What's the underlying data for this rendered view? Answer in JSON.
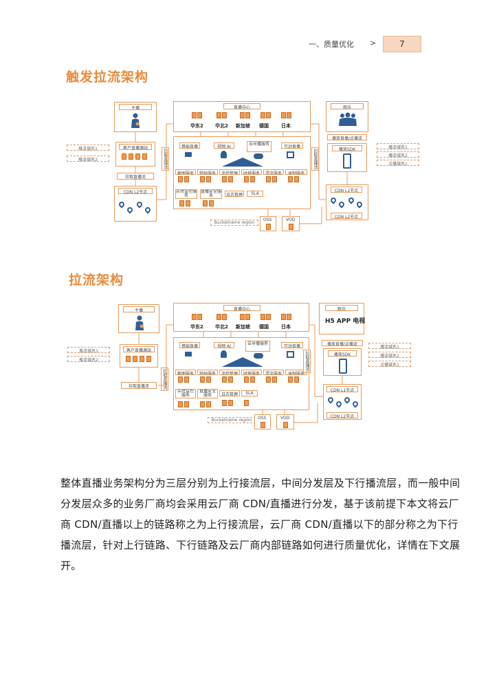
{
  "header": {
    "section": "一、质量优化",
    "arrow": ">",
    "page_number": "7"
  },
  "diagram1": {
    "title": "触发拉流架构",
    "anchor": "主播",
    "client_push": "客户直播源站",
    "push_domain1": "推流域名1",
    "push_domain2": "推流域名2",
    "pull_origin": "拉取直播流",
    "cdn_l2_left": "CDN L2节点",
    "center_title": "直播中心",
    "regions": [
      "华东2",
      "华北2",
      "新加坡",
      "德国",
      "日本"
    ],
    "svc_row1": [
      "基础直播",
      "视频 AI",
      "云导播服务",
      "互动直播"
    ],
    "svc_row2": [
      "截图服务",
      "转码服务",
      "流控管理",
      "时移服务",
      "混流服务",
      "录制服务"
    ],
    "svc_row3": [
      "实时监控服务",
      "直播安全服务",
      "日志管理",
      "SLA"
    ],
    "left_vertical": "拉取直播流",
    "right_vertical": "拉取直播流",
    "bucket": "Bucketname  region",
    "oss": "OSS",
    "vod": "VOD",
    "audience": "观众",
    "player_label": "播放直播/点播流",
    "sdk": "播放SDK",
    "play_domains": [
      "播流域名1",
      "播流域名2",
      "点播域名1"
    ],
    "cdn_l1": "CDN L1节点",
    "cdn_l2_right": "CDN L2节点"
  },
  "diagram2": {
    "title": "拉流架构",
    "anchor": "主播",
    "client_push": "客户直播源站",
    "push_domain1": "推流域名1",
    "push_domain2": "推流域名2",
    "pull_origin": "拉取直播流",
    "center_title": "直播中心",
    "regions": [
      "华东2",
      "华北2",
      "新加坡",
      "德国",
      "日本"
    ],
    "svc_row1": [
      "基础直播",
      "视频 AI",
      "云导播服务",
      "互动直播"
    ],
    "svc_row2": [
      "截图服务",
      "转码服务",
      "流控管理",
      "时移服务",
      "混流服务",
      "录制服务"
    ],
    "svc_row3": [
      "实时监控服务",
      "直播安全服务",
      "日志管理",
      "SLA"
    ],
    "left_vertical": "拉取直播流",
    "right_vertical": "拉取直播流",
    "bucket": "Bucketname  region",
    "oss": "OSS",
    "vod": "VOD",
    "audience": "观众",
    "clients": "H5   APP  电视",
    "player_label": "播放直播/点播流",
    "sdk": "播放SDK",
    "play_domains": [
      "播流域名1",
      "播流域名2",
      "点播域名1"
    ],
    "cdn_l1": "CDN L1节点",
    "cdn_l2_right": "CDN L2节点"
  },
  "paragraph": [
    "整体直播业务架构分为三层分别为上行接流层，中间分发层及下行播流层，而一般中间",
    "分发层众多的业务厂商均会采用云厂商 CDN/直播进行分发，基于该前提下本文将云厂",
    "商 CDN/直播以上的链路称之为上行接流层，云厂商 CDN/直播以下的部分称之为下行",
    "播流层，针对上行链路、下行链路及云厂商内部链路如何进行质量优化，详情在下文展",
    "开。"
  ],
  "colors": {
    "accent": "#e98a3c",
    "page_box": "#f8d6bf",
    "node_blue": "#2f5d95"
  }
}
